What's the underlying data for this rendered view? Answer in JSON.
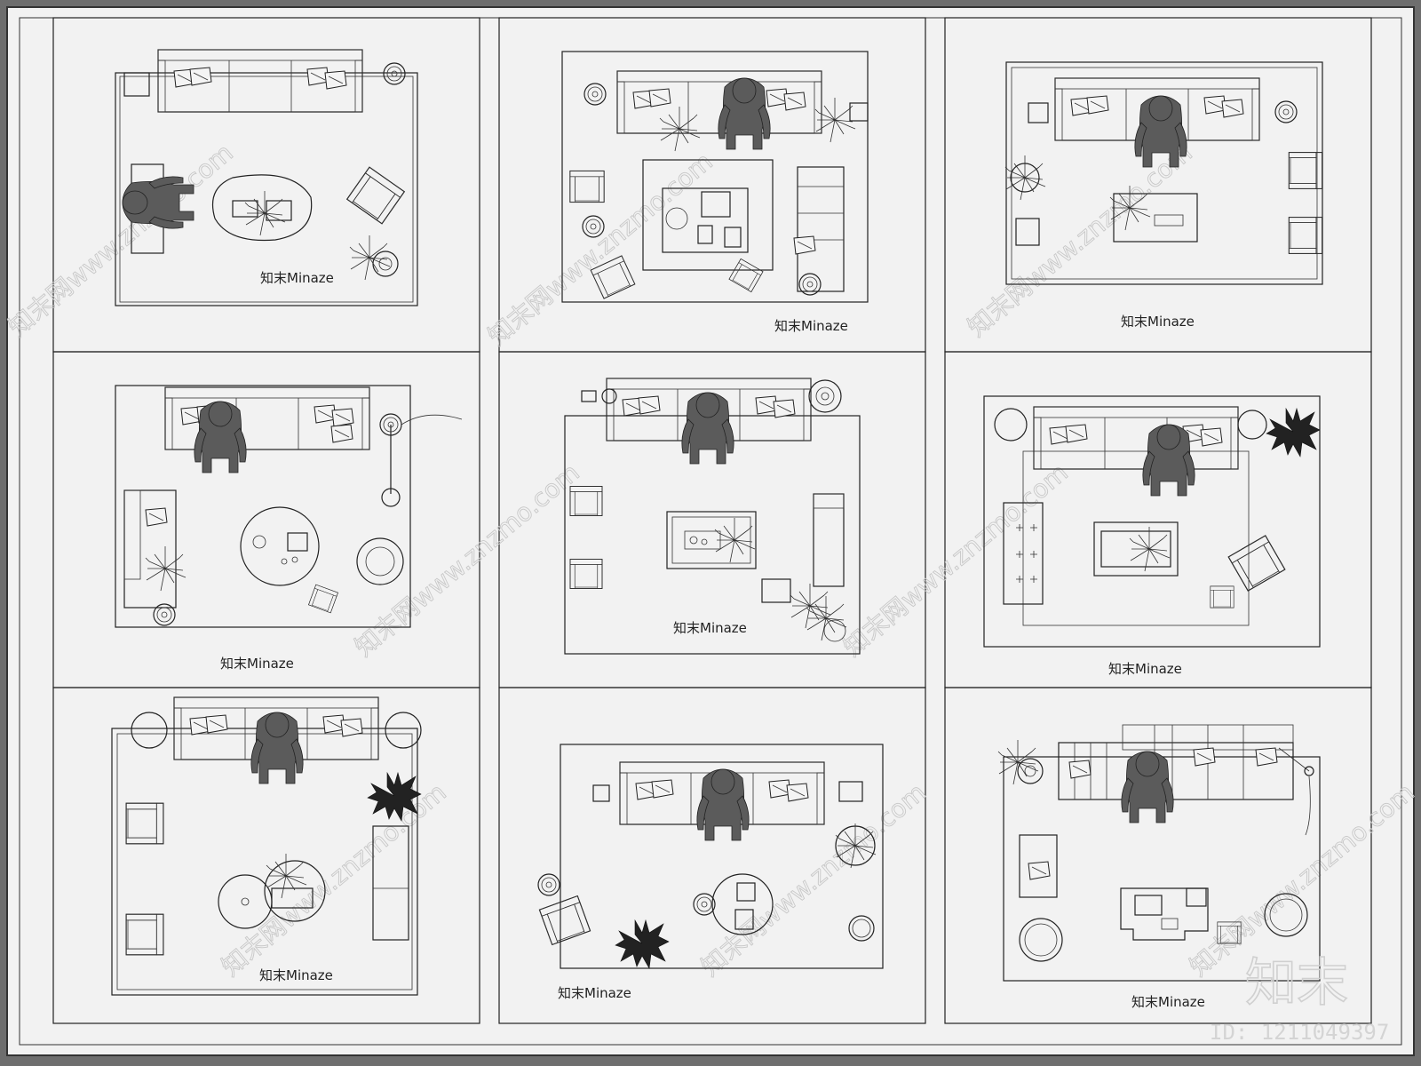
{
  "sheet": {
    "background": "#f2f2f2",
    "frame": "#6e6e6e",
    "line_color": "#222222",
    "figure_color": "#5b5b5b"
  },
  "panels": [
    {
      "label": "知末Minaze",
      "person": "left"
    },
    {
      "label": "知末Minaze",
      "person": "top"
    },
    {
      "label": "知末Minaze",
      "person": "top"
    },
    {
      "label": "知末Minaze",
      "person": "top"
    },
    {
      "label": "知末Minaze",
      "person": "top"
    },
    {
      "label": "知末Minaze",
      "person": "top"
    },
    {
      "label": "知末Minaze",
      "person": "top"
    },
    {
      "label": "知末Minaze",
      "person": "top"
    },
    {
      "label": "知末Minaze",
      "person": "top"
    }
  ],
  "watermarks": {
    "diagonal_text": "知末网www.znzmo.com",
    "logo": "知末",
    "id": "ID: 1211049397"
  }
}
